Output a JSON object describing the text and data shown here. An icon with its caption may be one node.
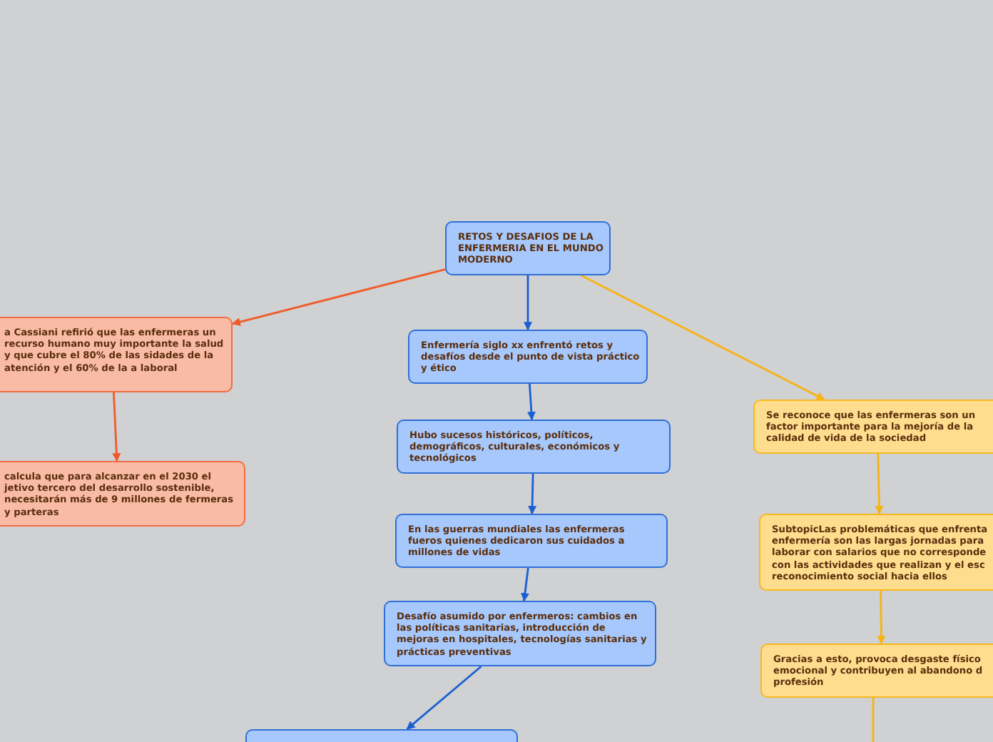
{
  "diagram": {
    "nodes": [
      {
        "text": [
          "RETOS Y DESAFIOS DE LA ENFERMERIA EN EL MUNDO MODERNO"
        ]
      },
      {
        "text": [
          "a Cassiani refirió que las enfermeras un recurso humano muy importante la salud y que cubre el 80% de las sidades de la atención y el 60% de la a laboral"
        ]
      },
      {
        "text": [
          "calcula que para alcanzar en el 2030 el jetivo tercero del desarrollo sostenible, necesitarán más de 9 millones de fermeras y parteras"
        ]
      },
      {
        "text": [
          "Enfermería siglo xx enfrentó retos y desafíos desde el punto de vista práctico y ético"
        ]
      },
      {
        "text": [
          "Hubo sucesos históricos, políticos, demográficos, culturales, económicos y tecnológicos"
        ]
      },
      {
        "text": [
          "En las guerras mundiales las enfermeras fueros quienes dedicaron sus cuidados a millones de vidas"
        ]
      },
      {
        "text": [
          "Desafío asumido por enfermeros: cambios en las políticas sanitarias, introducción de mejoras en hospitales, tecnologías sanitarias y prácticas preventivas"
        ]
      },
      {
        "text": [],
        "shape": "box"
      },
      {
        "text": [
          "Se reconoce que las enfermeras son un factor importante para la mejoría de la calidad de vida de la sociedad"
        ]
      },
      {
        "text": [
          "SubtopicLas problemáticas que enfrenta enfermería son las largas jornadas para laborar con salarios que no corresponde con las actividades que realizan y el esc reconocimiento social hacia ellos"
        ]
      },
      {
        "text": [
          "Gracias a esto, provoca desgaste físico emocional y contribuyen al abandono d profesión"
        ]
      }
    ],
    "edges": [
      {
        "from": 0,
        "to": 1,
        "arrow": "to",
        "color": "#f05a28"
      },
      {
        "from": 1,
        "to": 2,
        "arrow": "to",
        "color": "#f05a28"
      },
      {
        "from": 0,
        "to": 3,
        "arrow": "to"
      },
      {
        "from": 3,
        "to": 4,
        "arrow": "to"
      },
      {
        "from": 4,
        "to": 5,
        "arrow": "to"
      },
      {
        "from": 5,
        "to": 6,
        "arrow": "to"
      },
      {
        "from": 6,
        "to": 7,
        "arrow": "to"
      },
      {
        "from": 0,
        "to": 8,
        "arrow": "to",
        "color": "#f7b314"
      },
      {
        "from": 8,
        "to": 9,
        "arrow": "to",
        "color": "#f7b314"
      },
      {
        "from": 9,
        "to": 10,
        "arrow": "to",
        "color": "#f7b314"
      },
      {
        "from": 10,
        "to": null,
        "arrow": "none",
        "color": "#f7b314"
      }
    ]
  }
}
